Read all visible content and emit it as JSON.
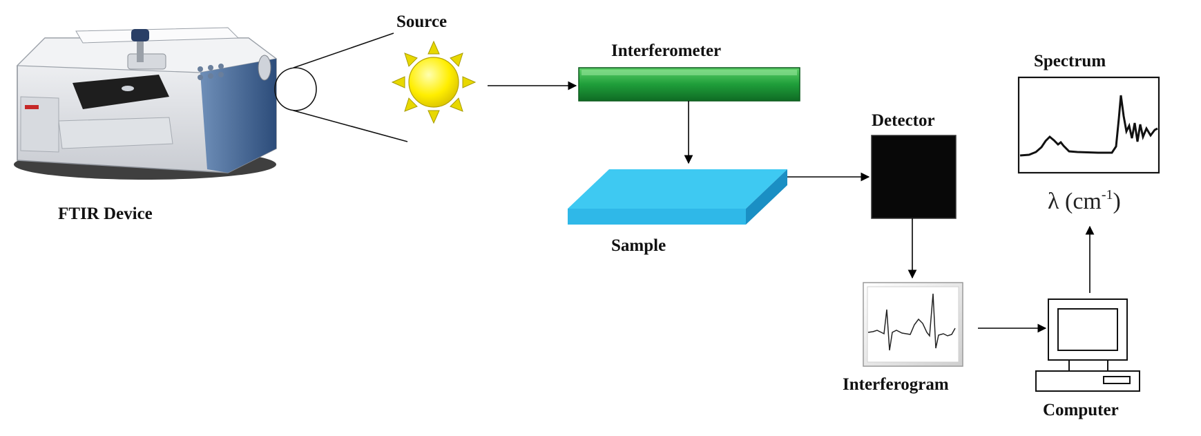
{
  "labels": {
    "device": "FTIR Device",
    "source": "Source",
    "interferometer": "Interferometer",
    "sample": "Sample",
    "detector": "Detector",
    "spectrum": "Spectrum",
    "interferogram": "Interferogram",
    "computer": "Computer"
  },
  "spectrum_axis": {
    "symbol": "λ",
    "unit_open": "(cm",
    "exponent": "-1",
    "unit_close": ")"
  },
  "colors": {
    "interferometer": "#1f9e3a",
    "sample_top": "#3ec9f2",
    "sample_side": "#1a8fc4",
    "detector": "#080808",
    "sun": "#ffe600",
    "sun_rays": "#e8d800",
    "device_body": "#e9ebee",
    "device_panel": "#3a5f8f"
  }
}
